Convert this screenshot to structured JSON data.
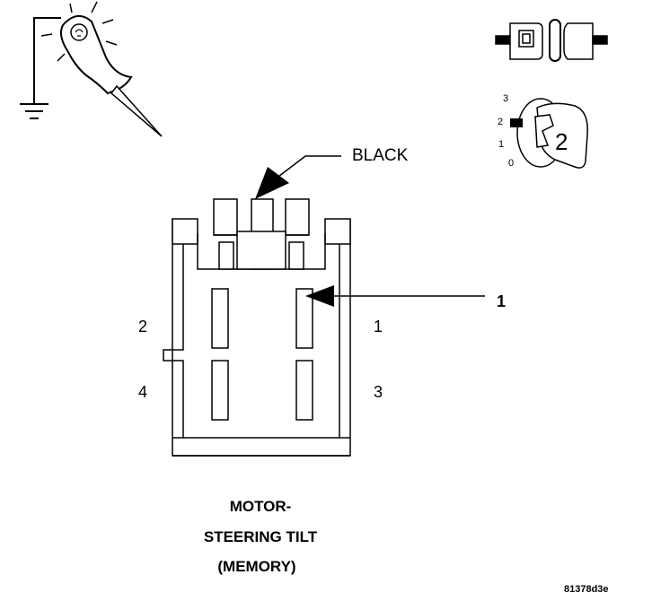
{
  "connector": {
    "color_callout": "BLACK",
    "pin_labels": {
      "p1": "1",
      "p2": "2",
      "p3": "3",
      "p4": "4"
    },
    "callout_number": "1",
    "title_lines": [
      "MOTOR-",
      "STEERING TILT",
      "(MEMORY)"
    ]
  },
  "ignition_key": {
    "positions": [
      "3",
      "2",
      "1",
      "0"
    ],
    "key_number": "2"
  },
  "figure_id": "81378d3e",
  "colors": {
    "line": "#000000",
    "background": "#ffffff"
  },
  "icons": [
    "ground-icon",
    "test-light-probe-icon",
    "disconnected-connector-icon",
    "ignition-key-icon"
  ]
}
